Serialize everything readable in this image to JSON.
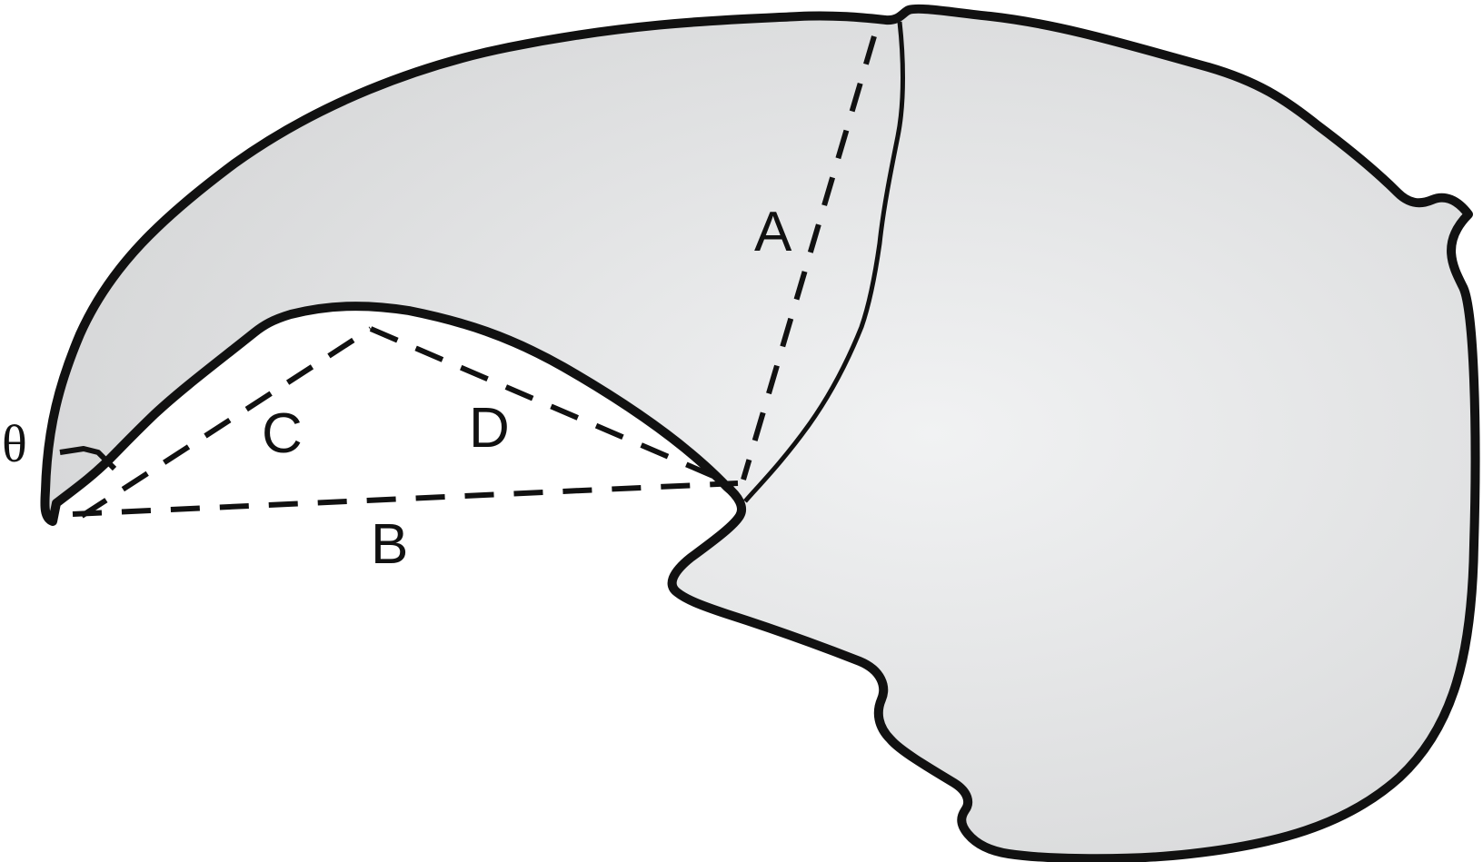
{
  "labels": {
    "a": "A",
    "b": "B",
    "c": "C",
    "d": "D",
    "theta": "θ"
  },
  "colors": {
    "fill_center": "#f1f2f3",
    "fill_edge": "#d7d8d9",
    "stroke": "#111111"
  }
}
